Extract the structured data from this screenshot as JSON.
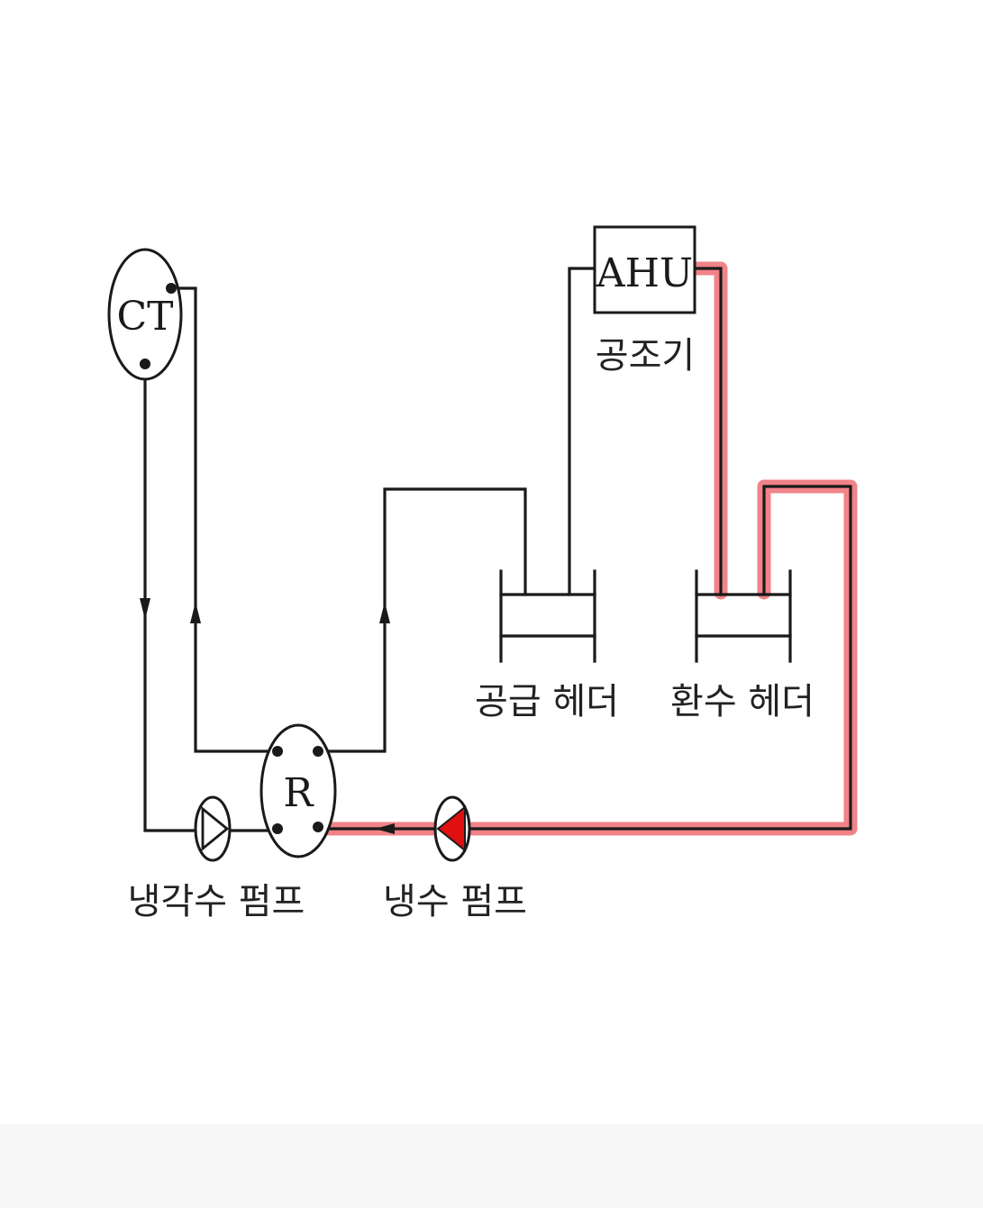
{
  "equipment": {
    "cooling_tower": "CT",
    "chiller": "R",
    "ahu": "AHU"
  },
  "labels": {
    "ahu_korean": "공조기",
    "supply_header": "공급 헤더",
    "return_header": "환수 헤더",
    "cooling_water_pump": "냉각수 펌프",
    "chilled_water_pump": "냉수 펌프"
  },
  "colors": {
    "highlight": "#e8373f",
    "pump_highlight": "#e01010",
    "line": "#1a1a1a"
  }
}
